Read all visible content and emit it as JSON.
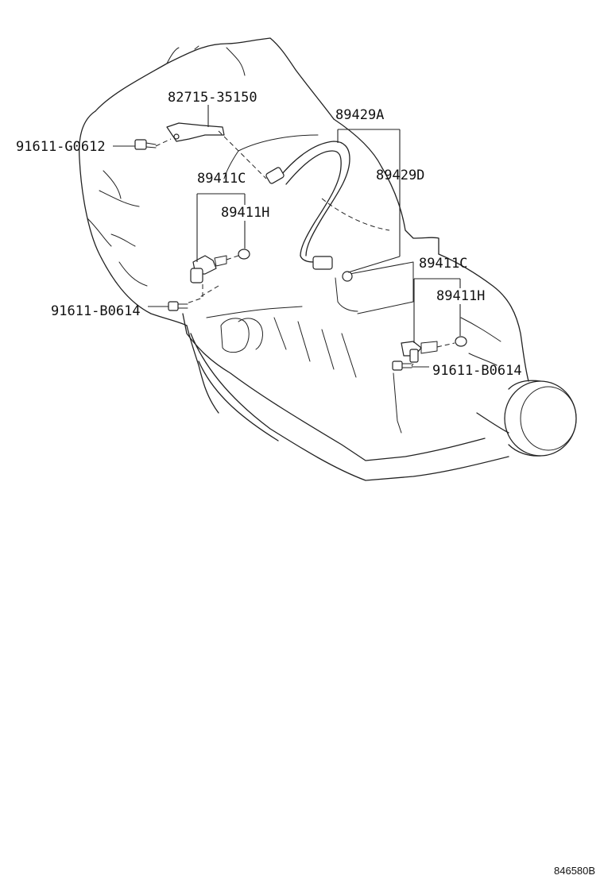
{
  "part_labels": {
    "p82715_35150": "82715-35150",
    "p91611_G0612": "91611-G0612",
    "p89429A": "89429A",
    "p89429D": "89429D",
    "p89411C_left": "89411C",
    "p89411H_left": "89411H",
    "p91611_B0614_left": "91611-B0614",
    "p89411C_right": "89411C",
    "p89411H_right": "89411H",
    "p91611_B0614_right": "91611-B0614"
  },
  "diagram_code": "846580B"
}
